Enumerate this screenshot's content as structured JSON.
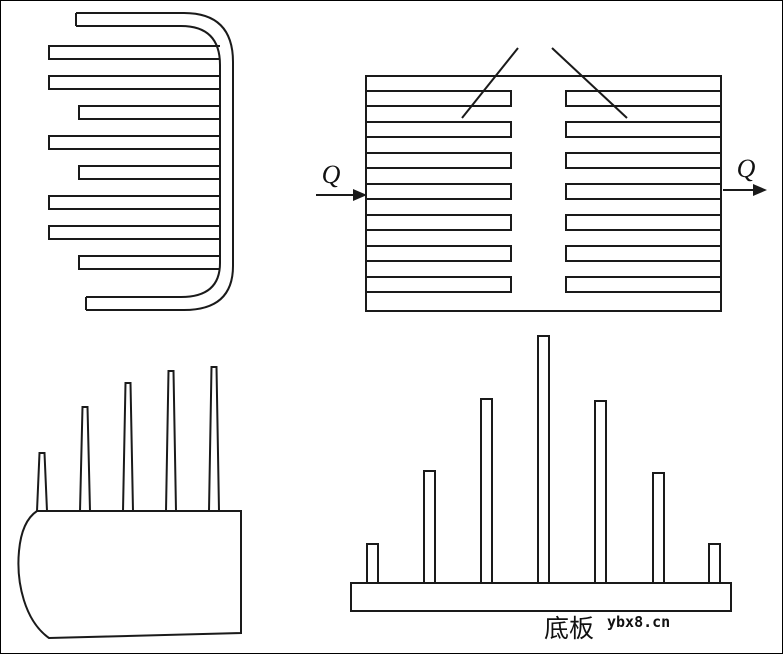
{
  "page": {
    "background": "#ffffff",
    "border_color": "#000000",
    "line_color": "#1a1a1a"
  },
  "figures": {
    "folded_fin": {
      "name": "folded-fin-heatsink-side-view"
    },
    "interleaved_fin": {
      "name": "interleaved-fin-heatsink-heat-flow",
      "q_in_label": "Q",
      "q_out_label": "Q"
    },
    "tapered_pin": {
      "name": "tapered-pin-heatsink-profile"
    },
    "pin_base": {
      "name": "pin-fin-array-on-base-plate",
      "base_plate_label": "底板",
      "watermark": "ybx8.cn"
    }
  }
}
